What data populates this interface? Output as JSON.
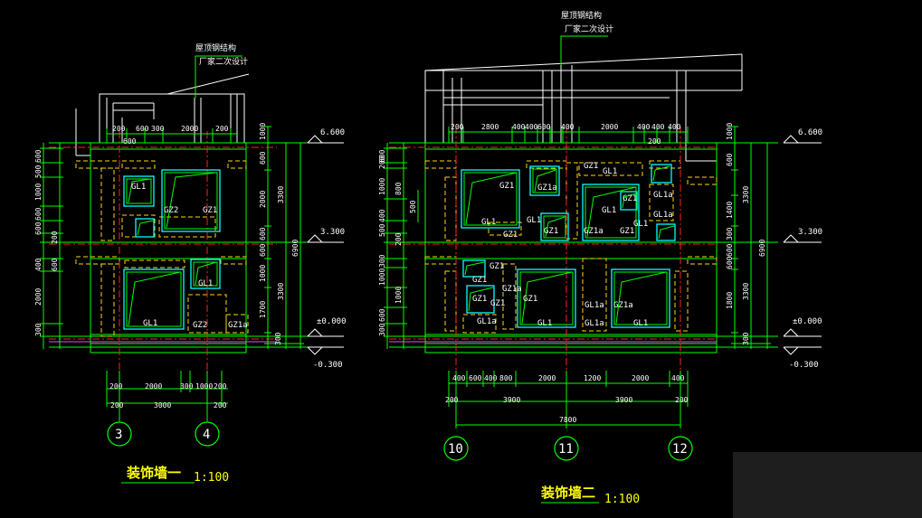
{
  "drawing_1": {
    "title": "装饰墙一",
    "scale": "1:100",
    "note_1": "屋顶钢结构",
    "note_2": "厂家二次设计",
    "axes": [
      "3",
      "4"
    ],
    "levels": [
      "6.600",
      "3.300",
      "±0.000",
      "-0.300"
    ],
    "dims_top": [
      "200",
      "600",
      "300",
      "2000",
      "200"
    ],
    "dim_top2": "600",
    "dims_bottom": [
      "200",
      "2000",
      "300",
      "1000",
      "200"
    ],
    "dim_total": "3000",
    "dims_left": [
      "600",
      "500",
      "1000",
      "600",
      "600",
      "200",
      "400",
      "600",
      "2000",
      "300"
    ],
    "dims_right_a": [
      "1000",
      "600",
      "2000",
      "600",
      "600",
      "1000",
      "1700",
      "300"
    ],
    "dims_right_b": [
      "3300",
      "3300"
    ],
    "dim_right_total": "6900",
    "labels": [
      "GL1",
      "GZ2",
      "GZ1",
      "GL1",
      "GL1",
      "GZ2",
      "GZ1a"
    ]
  },
  "drawing_2": {
    "title": "装饰墙二",
    "scale": "1:100",
    "note_1": "屋顶钢结构",
    "note_2": "厂家二次设计",
    "axes": [
      "10",
      "11",
      "12"
    ],
    "levels": [
      "6.600",
      "3.300",
      "±0.000",
      "-0.300"
    ],
    "dims_top": [
      "200",
      "2800",
      "400",
      "400",
      "600",
      "400",
      "2000",
      "400",
      "400",
      "400"
    ],
    "dim_top2": "200",
    "dims_bottom": [
      "400",
      "600",
      "400",
      "800",
      "2000",
      "1200",
      "2000",
      "400"
    ],
    "dims_bottom2": [
      "200",
      "3900",
      "3900",
      "200"
    ],
    "dim_total": "7800",
    "dims_left": [
      "600",
      "200",
      "1000",
      "800",
      "400",
      "500",
      "200",
      "300",
      "1000",
      "1000",
      "600",
      "300"
    ],
    "dim_left_inner": "500",
    "dims_right_a": [
      "1000",
      "600",
      "1400",
      "300",
      "600",
      "600",
      "1800",
      "300"
    ],
    "dims_right_b": [
      "3300",
      "3300"
    ],
    "dim_right_total": "6900",
    "labels": [
      "GZ1",
      "GZ1a",
      "GZ1",
      "GL1",
      "GL1",
      "GZ1",
      "GL1a",
      "GL1a",
      "GL1",
      "GZ1",
      "GZ1",
      "GZ1a",
      "GZ1",
      "GZ1",
      "GZ1",
      "GZ1a",
      "GL1a",
      "GZ1",
      "GL1a",
      "GZ1a",
      "GL1a",
      "GL1",
      "GZ1",
      "GL1",
      "GZ1",
      "GL1",
      "GL1"
    ]
  }
}
